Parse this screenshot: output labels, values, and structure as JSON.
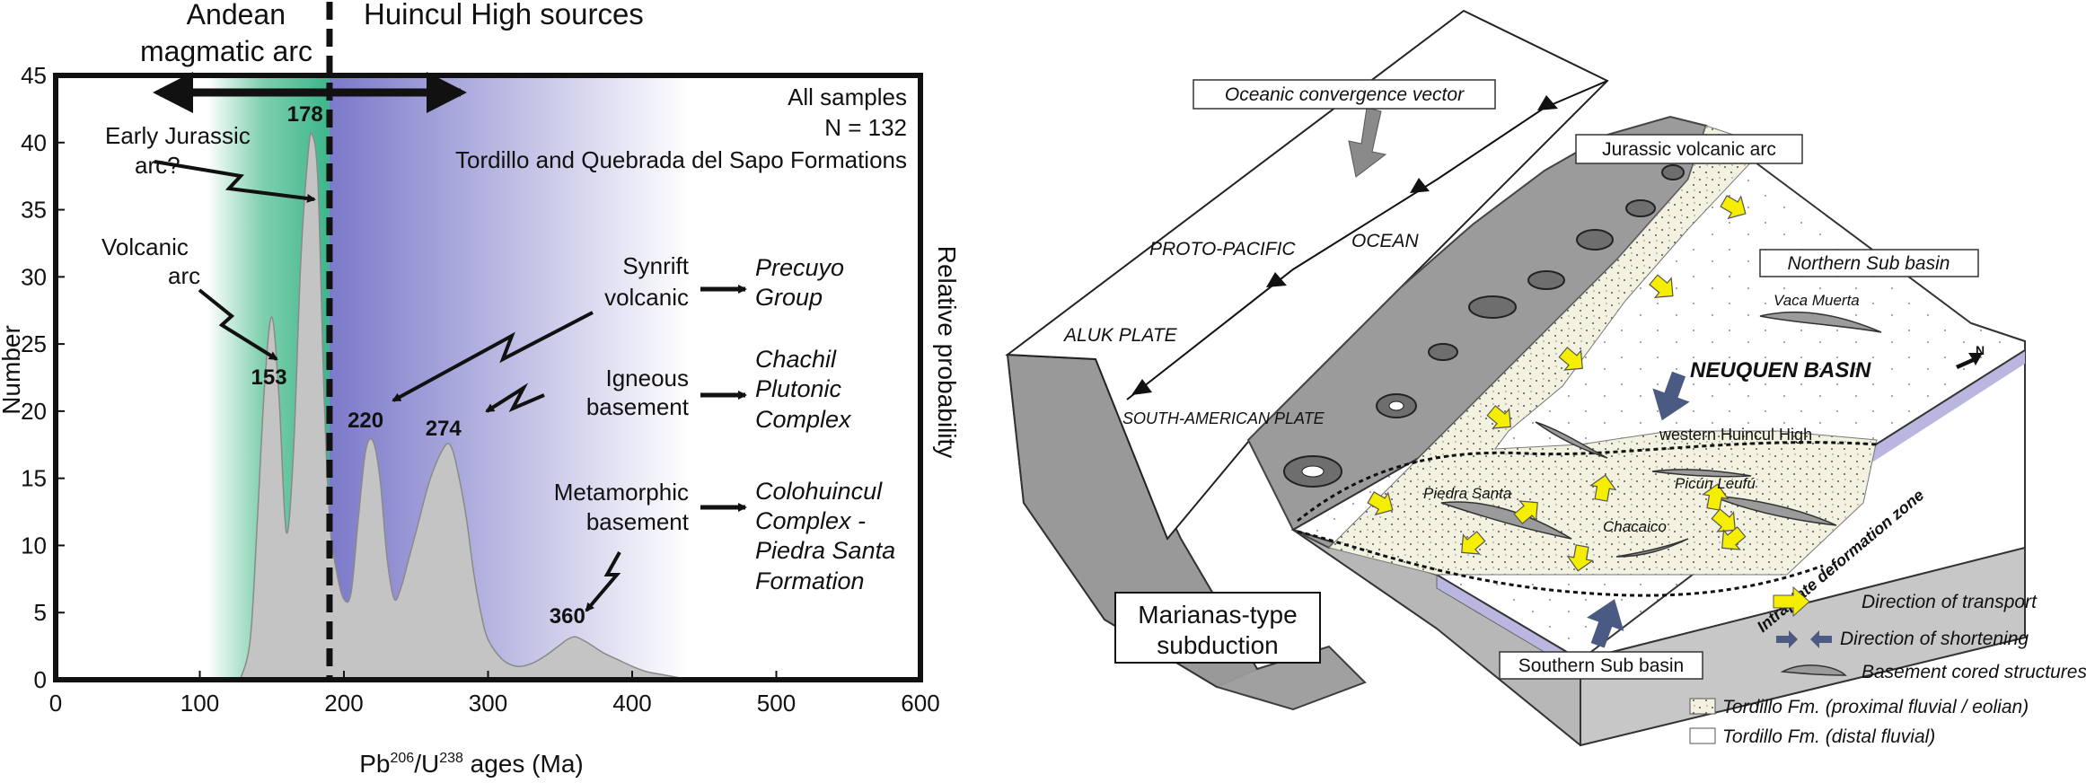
{
  "chart_data": {
    "type": "area",
    "xlabel_main": "Pb",
    "xlabel_sup1": "206",
    "xlabel_mid": "/U",
    "xlabel_sup2": "238",
    "xlabel_end": " ages (Ma)",
    "ylabel": "Number",
    "ylabel_right": "Relative probability",
    "xlim": [
      0,
      600
    ],
    "ylim": [
      0,
      45
    ],
    "xticks": [
      "0",
      "100",
      "200",
      "300",
      "400",
      "500",
      "600"
    ],
    "yticks": [
      "0",
      "5",
      "10",
      "15",
      "20",
      "25",
      "30",
      "35",
      "40",
      "45"
    ],
    "x": [
      128,
      135,
      140,
      145,
      150,
      155,
      160,
      165,
      170,
      175,
      178,
      182,
      186,
      190,
      195,
      200,
      205,
      210,
      215,
      220,
      225,
      230,
      235,
      240,
      245,
      250,
      260,
      270,
      275,
      280,
      285,
      290,
      295,
      300,
      310,
      320,
      330,
      340,
      350,
      355,
      360,
      365,
      370,
      380,
      390,
      400,
      410,
      420,
      430,
      440
    ],
    "y": [
      0,
      3,
      12,
      22,
      27,
      21,
      11,
      17,
      31,
      39,
      40.6,
      37,
      22,
      12,
      8,
      6,
      6.5,
      12,
      17,
      17.8,
      15,
      9,
      6,
      7,
      9,
      11,
      15,
      17.4,
      17.2,
      15,
      12,
      8,
      5,
      3,
      1.5,
      1,
      1.2,
      1.8,
      2.6,
      3,
      3.2,
      3,
      2.7,
      2,
      1.5,
      1,
      0.6,
      0.4,
      0.2,
      0
    ],
    "peaks": [
      "153",
      "178",
      "220",
      "274",
      "360"
    ],
    "boundary_x": 190
  },
  "chart_text": {
    "left_region": "Andean",
    "left_region2": "magmatic arc",
    "right_region": "Huincul High sources",
    "samples_1": "All samples",
    "samples_2": "N = 132",
    "formations": "Tordillo and Quebrada del Sapo Formations",
    "early_jurassic_1": "Early Jurassic",
    "early_jurassic_2": "arc?",
    "volcanic_1": "Volcanic",
    "volcanic_2": "arc",
    "synrift_1": "Synrift",
    "synrift_2": "volcanic",
    "igneous_1": "Igneous",
    "igneous_2": "basement",
    "metamorphic_1": "Metamorphic",
    "metamorphic_2": "basement",
    "precuyo_1": "Precuyo",
    "precuyo_2": "Group",
    "chachil_1": "Chachil",
    "chachil_2": "Plutonic",
    "chachil_3": "Complex",
    "colo_1": "Colohuincul",
    "colo_2": "Complex -",
    "colo_3": "Piedra Santa",
    "colo_4": "Formation"
  },
  "map": {
    "oceanic_vector": "Oceanic convergence vector",
    "jurassic_arc": "Jurassic volcanic arc",
    "proto_pacific": "PROTO-PACIFIC",
    "ocean": "OCEAN",
    "aluk": "ALUK PLATE",
    "south_american": "SOUTH-AMERICAN PLATE",
    "northern": "Northern Sub basin",
    "vaca_muerta": "Vaca Muerta",
    "neuquen": "NEUQUEN BASIN",
    "north": "N",
    "western_huincul": "western Huincul High",
    "piedra_santa": "Piedra Santa",
    "picun_leufu": "Picún Leufú",
    "chacaico": "Chacaico",
    "intraplate": "Intraplate deformation zone",
    "marianas_1": "Marianas-type",
    "marianas_2": "subduction",
    "southern": "Southern Sub basin"
  },
  "legend": {
    "transport": "Direction of transport",
    "shortening": "Direction of shortening",
    "basement": "Basement cored structures",
    "proximal": "Tordillo Fm. (proximal fluvial / eolian)",
    "distal": "Tordillo Fm. (distal fluvial)"
  },
  "colors": {
    "andean_green": "#3db58a",
    "huincul_purple": "#7b79c9",
    "curve_fill": "#c4c4c4",
    "arrow_yellow": "#f5ee00",
    "arrow_blue": "#4a5a82",
    "block_grey": "#9b9b9b"
  }
}
